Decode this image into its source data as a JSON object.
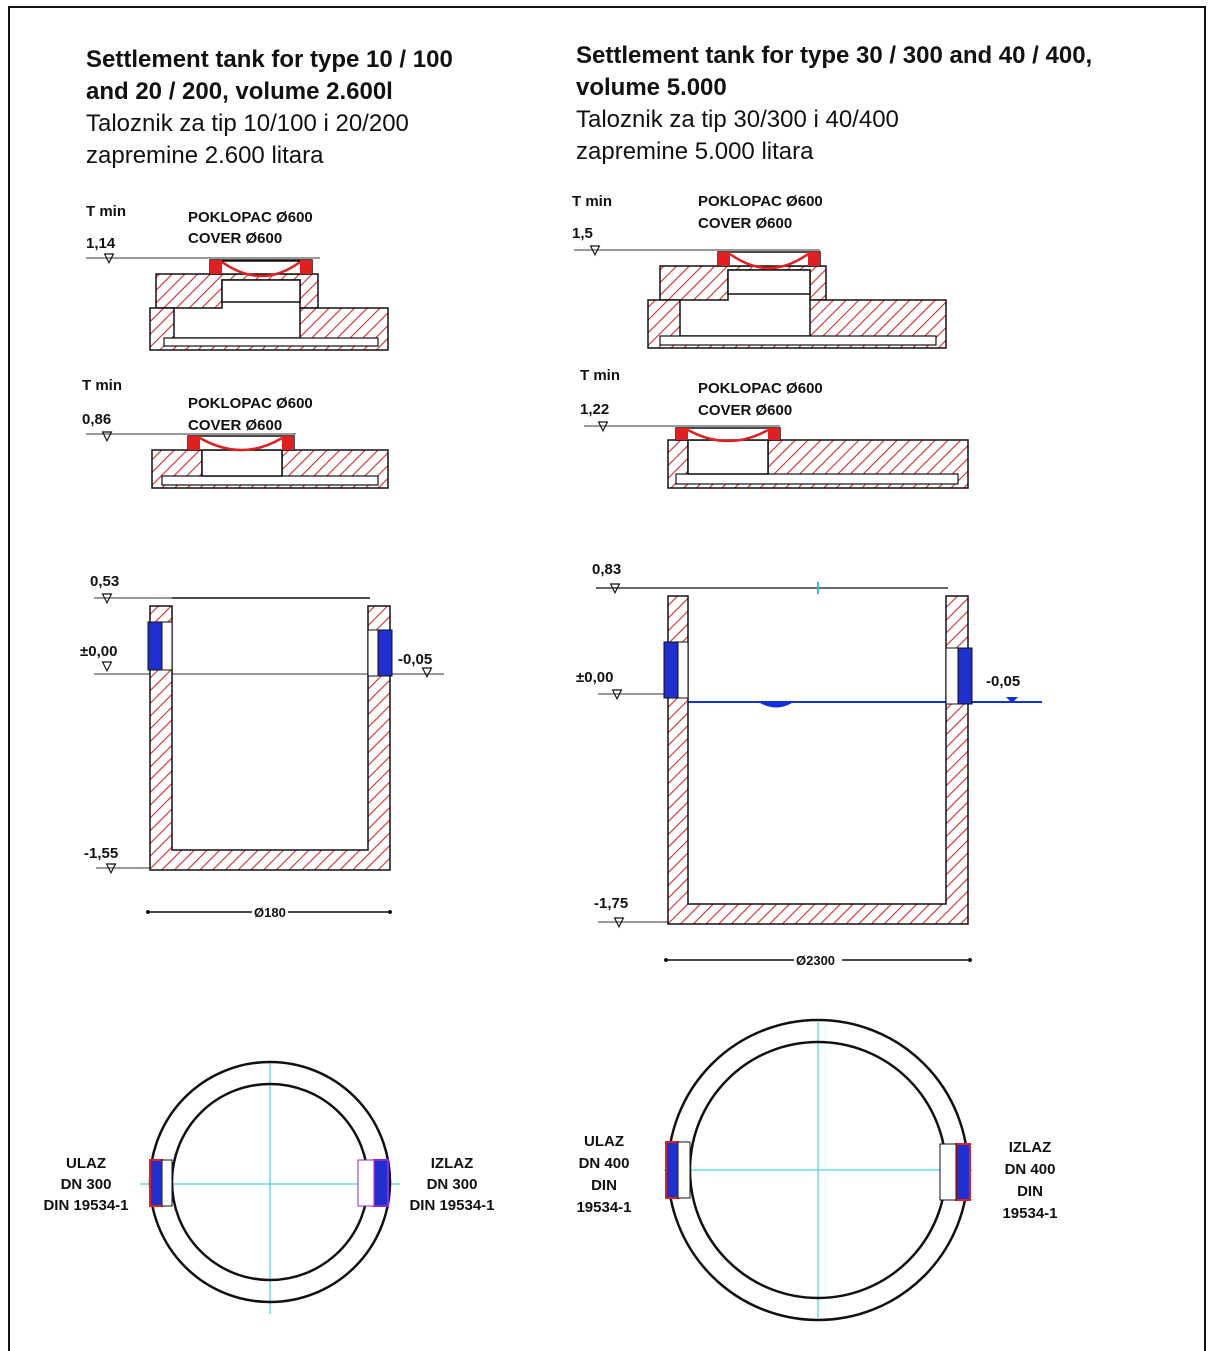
{
  "left": {
    "title_en_line1": "Settlement tank for type 10 / 100",
    "title_en_line2": "and 20 / 200, volume 2.600l",
    "title_local_line1": "Taloznik za tip 10/100 i 20/200",
    "title_local_line2": "zapremine 2.600 litara",
    "lid1": {
      "tmin": "T min",
      "level": "1,14",
      "cover_local": "POKLOPAC Ø600",
      "cover_en": "COVER Ø600"
    },
    "lid2": {
      "tmin": "T min",
      "level": "0,86",
      "cover_local": "POKLOPAC Ø600",
      "cover_en": "COVER Ø600"
    },
    "section": {
      "top": "0,53",
      "zero": "±0,00",
      "outlet": "-0,05",
      "bottom": "-1,55",
      "diameter": "Ø180"
    },
    "plan": {
      "inlet": [
        "ULAZ",
        "DN 300",
        "DIN 19534-1"
      ],
      "outlet": [
        "IZLAZ",
        "DN 300",
        "DIN 19534-1"
      ]
    }
  },
  "right": {
    "title_en_line1": "Settlement tank for type 30 / 300 and 40 / 400,",
    "title_en_line2": "volume 5.000",
    "title_local_line1": "Taloznik za tip 30/300 i 40/400",
    "title_local_line2": "zapremine 5.000 litara",
    "lid1": {
      "tmin": "T min",
      "level": "1,5",
      "cover_local": "POKLOPAC Ø600",
      "cover_en": "COVER Ø600"
    },
    "lid2": {
      "tmin": "T min",
      "level": "1,22",
      "cover_local": "POKLOPAC Ø600",
      "cover_en": "COVER Ø600"
    },
    "section": {
      "top": "0,83",
      "zero": "±0,00",
      "outlet": "-0,05",
      "bottom": "-1,75",
      "diameter": "Ø2300"
    },
    "plan": {
      "inlet": [
        "ULAZ",
        "DN 400",
        "DIN",
        "19534-1"
      ],
      "outlet": [
        "IZLAZ",
        "DN 400",
        "DIN",
        "19534-1"
      ]
    }
  },
  "colors": {
    "hatch": "#d42a2a",
    "pipe": "#1f2fd0",
    "axis": "#22c8d8",
    "water": "#1030e0",
    "line": "#111111"
  }
}
